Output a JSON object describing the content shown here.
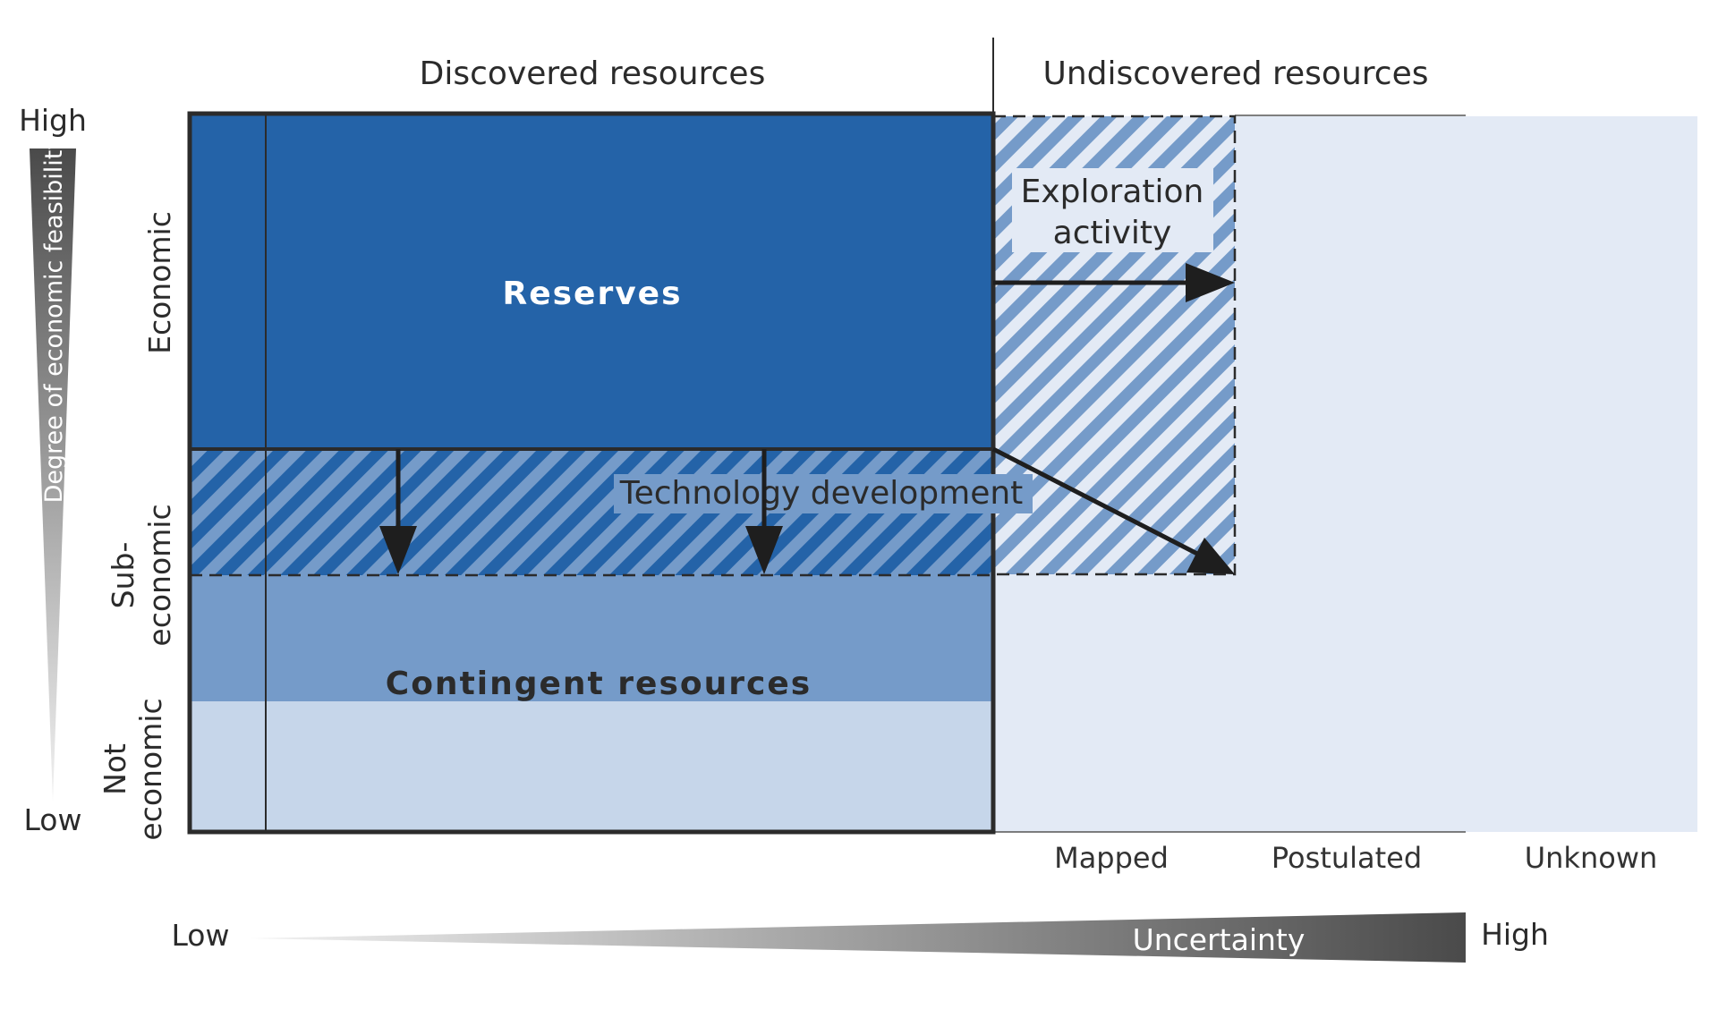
{
  "headers": {
    "discovered": "Discovered resources",
    "undiscovered": "Undiscovered resources"
  },
  "y_axis": {
    "title": "Degree of economic feasibility",
    "high": "High",
    "low": "Low",
    "rows": {
      "economic": "Economic",
      "sub_line1": "Sub-",
      "sub_line2": "economic",
      "not_line1": "Not",
      "not_line2": "economic"
    }
  },
  "x_axis": {
    "title": "Uncertainty",
    "low": "Low",
    "high": "High",
    "columns": {
      "mapped": "Mapped",
      "postulated": "Postulated",
      "unknown": "Unknown"
    }
  },
  "areas": {
    "reserves": "Reserves",
    "contingent": "Contingent  resources",
    "exploration_line1": "Exploration",
    "exploration_line2": "activity",
    "technology": "Technology development"
  },
  "colors": {
    "reserves": "#2463a8",
    "subeconomic": "#759bc9",
    "not_economic": "#c6d6ea",
    "undiscovered": "#e3eaf5",
    "hatch_light": "#e3eaf5",
    "hatch_stripe": "#759bc9",
    "outline": "#2b2b2b",
    "arrow": "#1e1e1e"
  }
}
